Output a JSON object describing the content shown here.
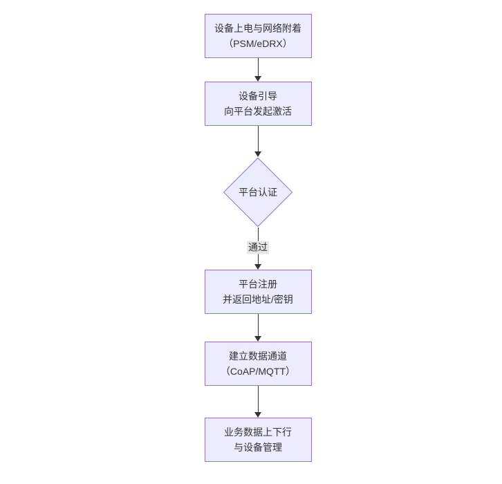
{
  "diagram": {
    "type": "flowchart",
    "direction": "top-down",
    "colors": {
      "background": "#ffffff",
      "node_fill": "#ECECFF",
      "node_border": "#9370DB",
      "text": "#333333",
      "arrow": "#333333",
      "edge_label_bg": "#e8e8e8"
    },
    "nodes": [
      {
        "id": "n1",
        "shape": "rect",
        "line1": "设备上电与网络附着",
        "line2": "（PSM/eDRX）"
      },
      {
        "id": "n2",
        "shape": "rect",
        "line1": "设备引导",
        "line2": "向平台发起激活"
      },
      {
        "id": "n3",
        "shape": "diamond",
        "line1": "平台认证",
        "line2": ""
      },
      {
        "id": "n4",
        "shape": "rect",
        "line1": "平台注册",
        "line2": "并返回地址/密钥"
      },
      {
        "id": "n5",
        "shape": "rect",
        "line1": "建立数据通道",
        "line2": "（CoAP/MQTT）"
      },
      {
        "id": "n6",
        "shape": "rect",
        "line1": "业务数据上下行",
        "line2": "与设备管理"
      }
    ],
    "edges": [
      {
        "from": "n1",
        "to": "n2",
        "label": ""
      },
      {
        "from": "n2",
        "to": "n3",
        "label": ""
      },
      {
        "from": "n3",
        "to": "n4",
        "label": "通过"
      },
      {
        "from": "n4",
        "to": "n5",
        "label": ""
      },
      {
        "from": "n5",
        "to": "n6",
        "label": ""
      }
    ]
  }
}
